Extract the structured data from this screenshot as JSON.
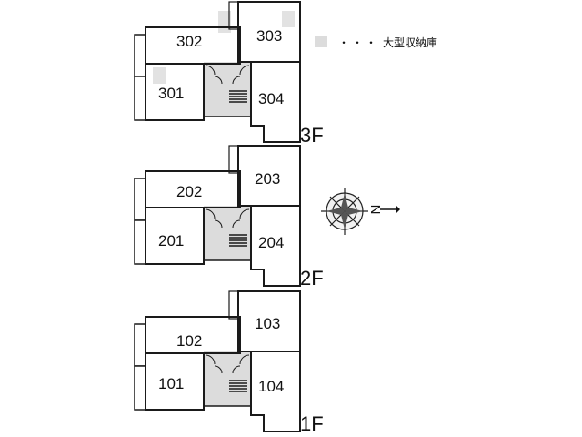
{
  "legend": {
    "dots": "・・・",
    "text": "大型収納庫",
    "swatch_color": "#dcdcdc"
  },
  "compass": {
    "letter": "N",
    "icon": "compass-rose-icon"
  },
  "floors": [
    {
      "label": "3F",
      "units": {
        "top_left": "302",
        "top_right": "303",
        "bottom_left": "301",
        "bottom_right": "304"
      },
      "has_storage_marks": true
    },
    {
      "label": "2F",
      "units": {
        "top_left": "202",
        "top_right": "203",
        "bottom_left": "201",
        "bottom_right": "204"
      },
      "has_storage_marks": false
    },
    {
      "label": "1F",
      "units": {
        "top_left": "102",
        "top_right": "103",
        "bottom_left": "101",
        "bottom_right": "104"
      },
      "has_storage_marks": false
    }
  ],
  "colors": {
    "wall": "#1a1a1a",
    "common_area": "#dcdcdc",
    "storage": "#e2e2e2"
  }
}
